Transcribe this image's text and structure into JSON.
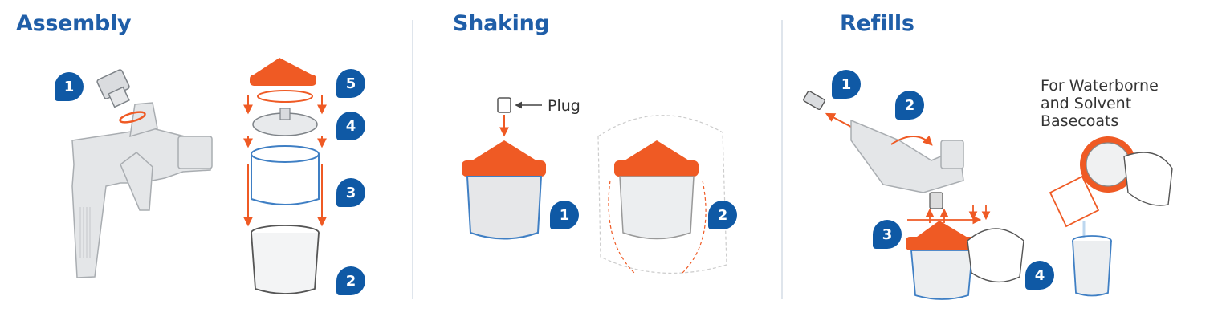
{
  "sections": {
    "assembly": {
      "title": "Assembly",
      "steps": [
        "1",
        "5",
        "4",
        "3",
        "2"
      ]
    },
    "shaking": {
      "title": "Shaking",
      "plug_label": "Plug",
      "steps": [
        "1",
        "2"
      ]
    },
    "refills": {
      "title": "Refills",
      "note_lines": [
        "For Waterborne",
        "and Solvent",
        "Basecoats"
      ],
      "steps": [
        "1",
        "2",
        "3",
        "4"
      ]
    }
  },
  "colors": {
    "brand_blue": "#0f59a5",
    "lid_orange": "#ef5a24",
    "divider": "#dfe5ec",
    "cup_blue": "#3f7fc4"
  },
  "icons": [
    "spray-gun-icon",
    "adapter-icon",
    "lid-icon",
    "filter-icon",
    "liner-icon",
    "cup-icon",
    "plug-icon",
    "hand-icon"
  ]
}
